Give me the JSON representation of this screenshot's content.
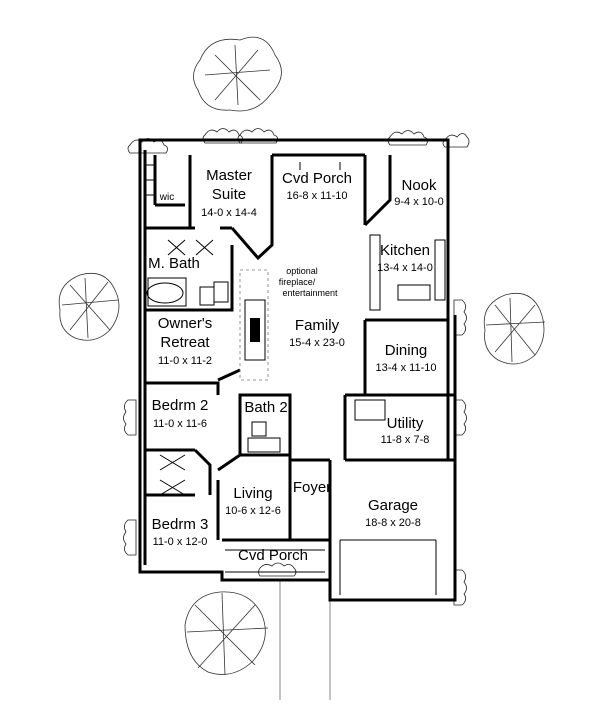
{
  "rooms": {
    "master_suite": {
      "name1": "Master",
      "name2": "Suite",
      "size": "14-0 x 14-4"
    },
    "wic": {
      "name": "wic"
    },
    "m_bath": {
      "name": "M. Bath"
    },
    "owners_retreat": {
      "name1": "Owner's",
      "name2": "Retreat",
      "size": "11-0 x 11-2"
    },
    "bedrm2": {
      "name": "Bedrm 2",
      "size": "11-0 x 11-6"
    },
    "bedrm3": {
      "name": "Bedrm 3",
      "size": "11-0 x 12-0"
    },
    "cvd_porch_rear": {
      "name": "Cvd Porch",
      "size": "16-8 x 11-10"
    },
    "nook": {
      "name": "Nook",
      "size": "9-4 x 10-0"
    },
    "kitchen": {
      "name": "Kitchen",
      "size": "13-4 x 14-0"
    },
    "family": {
      "name": "Family",
      "size": "15-4 x 23-0"
    },
    "fireplace_note": {
      "line1": "optional",
      "line2": "fireplace/",
      "line3": "entertainment"
    },
    "dining": {
      "name": "Dining",
      "size": "13-4 x 11-10"
    },
    "bath2": {
      "name": "Bath 2"
    },
    "utility": {
      "name": "Utility",
      "size": "11-8 x 7-8"
    },
    "living": {
      "name": "Living",
      "size": "10-6 x 12-6"
    },
    "foyer": {
      "name": "Foyer"
    },
    "garage": {
      "name": "Garage",
      "size": "18-8 x 20-8"
    },
    "cvd_porch_front": {
      "name": "Cvd Porch"
    }
  }
}
